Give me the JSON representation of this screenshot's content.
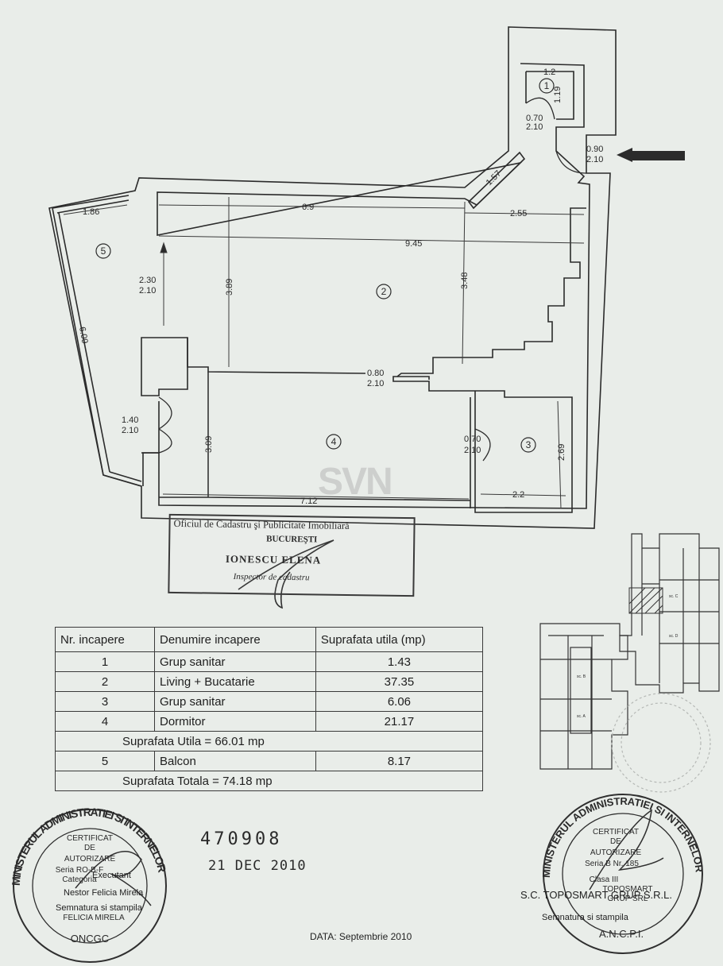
{
  "plan": {
    "rooms": [
      "1",
      "2",
      "3",
      "4",
      "5"
    ],
    "dimensions": {
      "d1": "1.2",
      "d2": "1.19",
      "d3": "0.70",
      "d3b": "2.10",
      "d4": "0.90",
      "d4b": "2.10",
      "d5": "1.57",
      "d6": "1.86",
      "d7": "6.9",
      "d8": "2.55",
      "d9": "9.45",
      "d10": "2.30",
      "d10b": "2.10",
      "d11": "3.89",
      "d12": "3.48",
      "d13": "6.09",
      "d14": "0.80",
      "d14b": "2.10",
      "d15": "1.40",
      "d15b": "2.10",
      "d16": "3.09",
      "d17": "0.70",
      "d17b": "2.10",
      "d18": "2.69",
      "d19": "2.2",
      "d20": "7.12"
    },
    "watermark": "SVN",
    "block_labels": [
      "sc. C",
      "sc. D",
      "sc. B",
      "sc. A"
    ]
  },
  "cadastru_stamp": {
    "line1": "Oficiul de Cadastru şi Publicitate Imobiliară",
    "line2": "BUCUREŞTI",
    "line3": "IONESCU ELENA",
    "line4": "Inspector de cadastru"
  },
  "table": {
    "headers": [
      "Nr. incapere",
      "Denumire incapere",
      "Suprafata utila (mp)"
    ],
    "rows": [
      {
        "nr": "1",
        "name": "Grup sanitar",
        "area": "1.43"
      },
      {
        "nr": "2",
        "name": "Living + Bucatarie",
        "area": "37.35"
      },
      {
        "nr": "3",
        "name": "Grup sanitar",
        "area": "6.06"
      },
      {
        "nr": "4",
        "name": "Dormitor",
        "area": "21.17"
      }
    ],
    "utila": "Suprafata Utila = 66.01 mp",
    "balcon": {
      "nr": "5",
      "name": "Balcon",
      "area": "8.17"
    },
    "totala": "Suprafata Totala = 74.18 mp"
  },
  "stamp_left": {
    "ring": "MINISTERUL ADMINISTRATIEI SI INTERNELOR",
    "lines": [
      "CERTIFICAT",
      "DE",
      "AUTORIZARE",
      "Seria RO-B-F",
      "Categoria",
      "FELICIA MIRELA"
    ],
    "bottom": "ONCGC"
  },
  "stamp_right": {
    "ring": "MINISTERUL ADMINISTRATIEI SI INTERNELOR",
    "lines": [
      "CERTIFICAT",
      "DE",
      "AUTORIZARE",
      "Seria B Nr. 185",
      "Clasa III",
      "TOPOSMART",
      "GRUP SRL"
    ],
    "bottom": "A.N.C.P.I."
  },
  "reg_number": "470908",
  "date_stamp": "21 DEC 2010",
  "executant": "Executant",
  "executant_name": "Nestor Felicia Mirela",
  "semnatura_left": "Semnatura si stampila",
  "company": "S.C. TOPOSMART GRUP S.R.L.",
  "semnatura_right": "Semnatura si stampila",
  "data_line": "DATA: Septembrie 2010"
}
